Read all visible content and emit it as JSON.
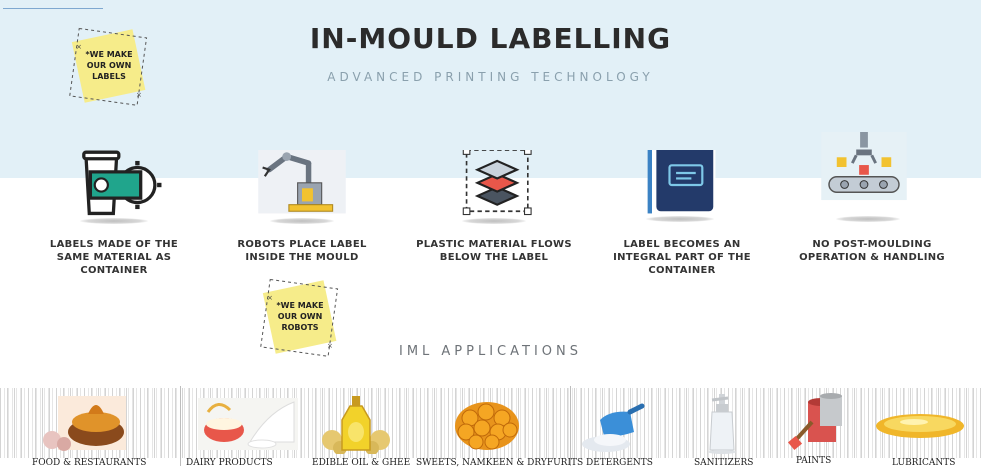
{
  "header": {
    "title": "IN-MOULD LABELLING",
    "subtitle": "ADVANCED PRINTING TECHNOLOGY"
  },
  "stickers": {
    "labels_text": "*WE MAKE OUR OWN LABELS",
    "robots_text": "*WE MAKE OUR OWN ROBOTS",
    "color": "#f6ec8a"
  },
  "features": [
    {
      "icon": "container-label-icon",
      "label": "LABELS MADE OF THE SAME MATERIAL AS CONTAINER"
    },
    {
      "icon": "robot-arm-icon",
      "label": "ROBOTS PLACE LABEL INSIDE THE MOULD"
    },
    {
      "icon": "layers-icon",
      "label": "PLASTIC MATERIAL FLOWS BELOW THE LABEL"
    },
    {
      "icon": "label-tablet-icon",
      "label": "LABEL BECOMES AN INTEGRAL PART OF THE CONTAINER"
    },
    {
      "icon": "conveyor-robot-icon",
      "label": "NO POST-MOULDING OPERATION & HANDLING"
    }
  ],
  "applications": {
    "heading": "IML APPLICATIONS",
    "items": [
      {
        "icon": "food-bowl-icon",
        "label": "FOOD & RESTAURANTS"
      },
      {
        "icon": "dairy-icon",
        "label": "DAIRY PRODUCTS"
      },
      {
        "icon": "oil-bottle-icon",
        "label": "EDIBLE OIL & GHEE"
      },
      {
        "icon": "sweets-icon",
        "label": "SWEETS, NAMKEEN & DRYFURITS"
      },
      {
        "icon": "detergent-scoop-icon",
        "label": "DETERGENTS"
      },
      {
        "icon": "sanitizer-bottle-icon",
        "label": "SANITIZERS"
      },
      {
        "icon": "paint-bucket-icon",
        "label": "PAINTS"
      },
      {
        "icon": "lubricant-oil-icon",
        "label": "LUBRICANTS"
      }
    ]
  },
  "colors": {
    "band": "#e2f0f7",
    "title": "#2b2b2b",
    "subtitle": "#8aa0ad",
    "accent_yellow": "#f2c230",
    "accent_red": "#e8574a",
    "icon_navy": "#233a6a"
  }
}
